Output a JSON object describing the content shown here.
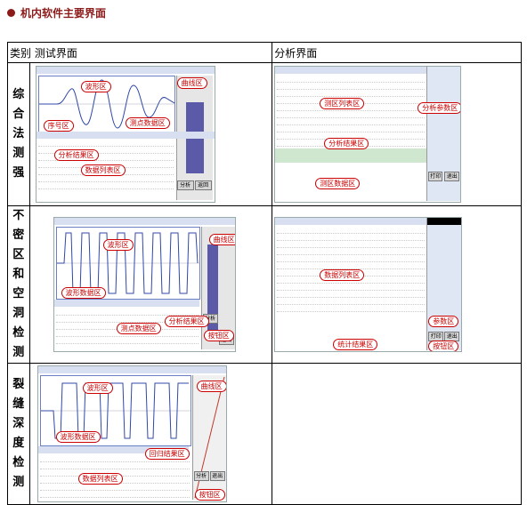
{
  "heading": {
    "title": "机内软件主要界面"
  },
  "table": {
    "col_category": "类别",
    "col_test": "测试界面",
    "col_analysis": "分析界面",
    "rows": [
      {
        "category_chars": [
          "综合",
          "法测",
          "强"
        ]
      },
      {
        "category_chars": [
          "不密",
          "区和",
          "空洞",
          "检测"
        ]
      },
      {
        "category_chars": [
          "裂缝",
          "深度",
          "检测"
        ]
      }
    ]
  },
  "row1_test": {
    "labels": [
      "波形区",
      "曲线区",
      "序号区",
      "测点数据区",
      "分析结果区",
      "数据列表区"
    ],
    "buttons": [
      "分析",
      "返回"
    ]
  },
  "row1_analysis": {
    "labels": [
      "测区列表区",
      "分析参数区",
      "分析结果区",
      "测区数据区"
    ],
    "buttons": [
      "打印",
      "退出"
    ]
  },
  "row2_test": {
    "labels": [
      "波形区",
      "曲线区",
      "波形数据区",
      "测点数据区",
      "分析结果区",
      "按钮区"
    ],
    "buttons": [
      "分析",
      "退出"
    ]
  },
  "row2_analysis": {
    "labels": [
      "数据列表区",
      "参数区",
      "统计结果区",
      "按钮区"
    ],
    "buttons": [
      "打印",
      "退出"
    ]
  },
  "row3_test": {
    "labels": [
      "波形区",
      "曲线区",
      "波形数据区",
      "回归结果区",
      "数据列表区",
      "按钮区"
    ],
    "buttons": [
      "分析",
      "退出"
    ]
  }
}
